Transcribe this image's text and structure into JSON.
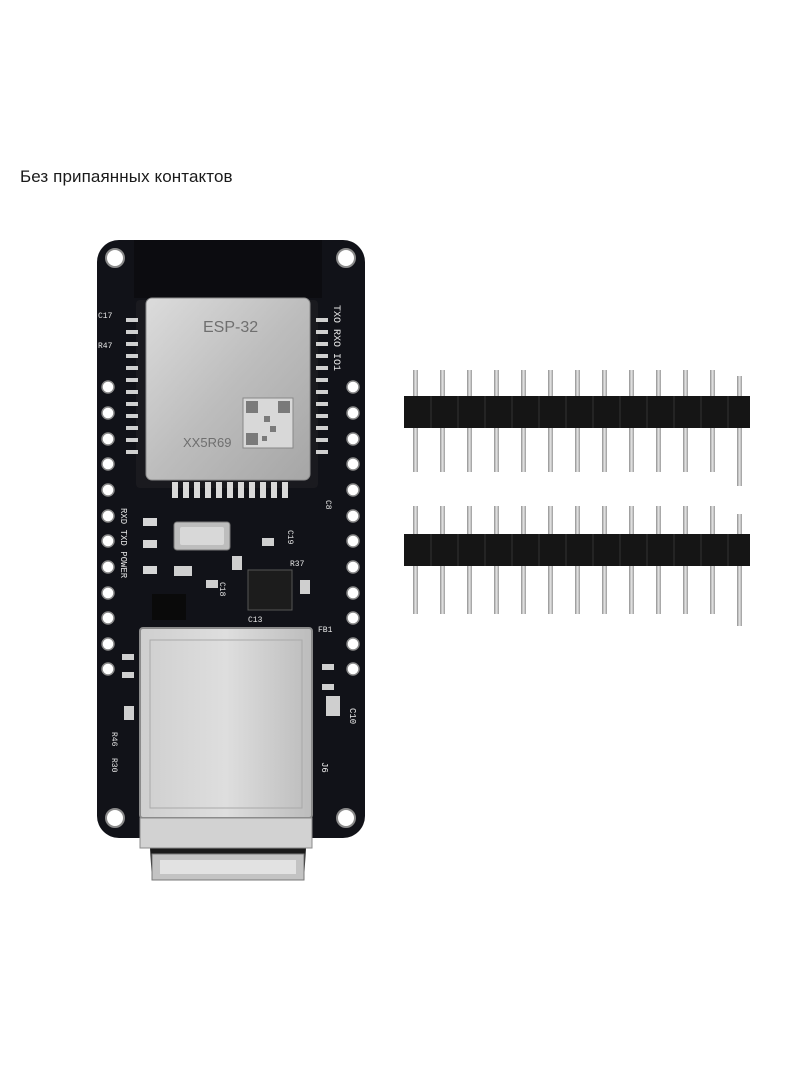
{
  "caption": "Без припаянных контактов",
  "board": {
    "module_label": "ESP-32",
    "module_code": "XX5R69",
    "silk_top_right": "TXO RXO IO1",
    "silk_left_leds": "RXD TXD POWER",
    "labels": [
      "C17",
      "R47",
      "C8",
      "C19",
      "C18",
      "R37",
      "C13",
      "FB1",
      "C10",
      "R46",
      "R30",
      "J6"
    ]
  },
  "pin_headers": {
    "rows": 2,
    "pins_per_row": 13
  },
  "colors": {
    "pcb": "#111218",
    "module_metal": "#c9c9c9",
    "pin_gold": "#b8b8b8",
    "header_plastic": "#151515"
  }
}
